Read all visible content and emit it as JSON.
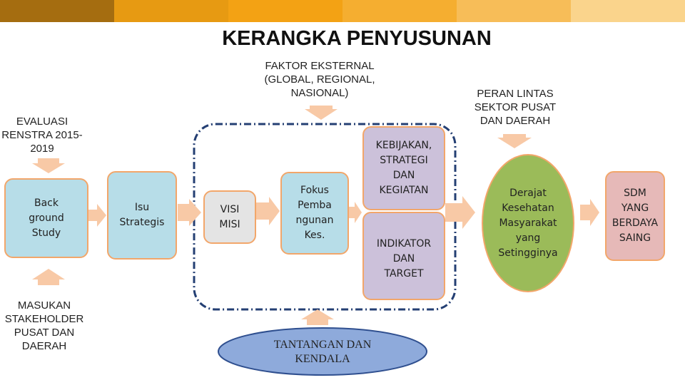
{
  "title": "KERANGKA PENYUSUNAN",
  "top_bar_colors": [
    "#a56d10",
    "#e79a12",
    "#f3a214",
    "#f5ae30",
    "#f7bd58",
    "#fad48c"
  ],
  "labels": {
    "faktor_eksternal": [
      "FAKTOR EKSTERNAL",
      "(GLOBAL, REGIONAL,",
      "NASIONAL)"
    ],
    "evaluasi_renstra": [
      "EVALUASI",
      "RENSTRA 2015-",
      "2019"
    ],
    "masukan_stakeholder": [
      "MASUKAN",
      "STAKEHOLDER",
      "PUSAT DAN",
      "DAERAH"
    ],
    "peran_lintas_sektor": [
      "PERAN LINTAS",
      "SEKTOR PUSAT",
      "DAN DAERAH"
    ]
  },
  "boxes": {
    "background_study": [
      "Back",
      "ground",
      "Study"
    ],
    "isu_strategis": [
      "Isu",
      "Strategis"
    ],
    "visi_misi": [
      "VISI",
      "MISI"
    ],
    "fokus_pembangunan": [
      "Fokus",
      "Pemba",
      "ngunan",
      "Kes."
    ],
    "kebijakan": [
      "KEBIJAKAN,",
      "STRATEGI",
      "DAN",
      "KEGIATAN"
    ],
    "indikator": [
      "INDIKATOR",
      "DAN",
      "TARGET"
    ],
    "derajat_kesehatan": [
      "Derajat",
      "Kesehatan",
      "Masyarakat",
      "yang",
      "Setingginya"
    ],
    "sdm": [
      "SDM",
      "YANG",
      "BERDAYA",
      "SAING"
    ],
    "tantangan": [
      "TANTANGAN DAN",
      "KENDALA"
    ]
  },
  "colors": {
    "arrow": "#f8c9a6",
    "box_border": "#f2a66a",
    "blue_box": "#b7dde8",
    "grey_box": "#e4e4e4",
    "lavender_box": "#ccc1da",
    "green_circle": "#9bbb59",
    "pink_box": "#e6b9b8",
    "ellipse_fill": "#8eaadb",
    "ellipse_border": "#2f4f8f",
    "dashed_frame": "#243f73"
  }
}
